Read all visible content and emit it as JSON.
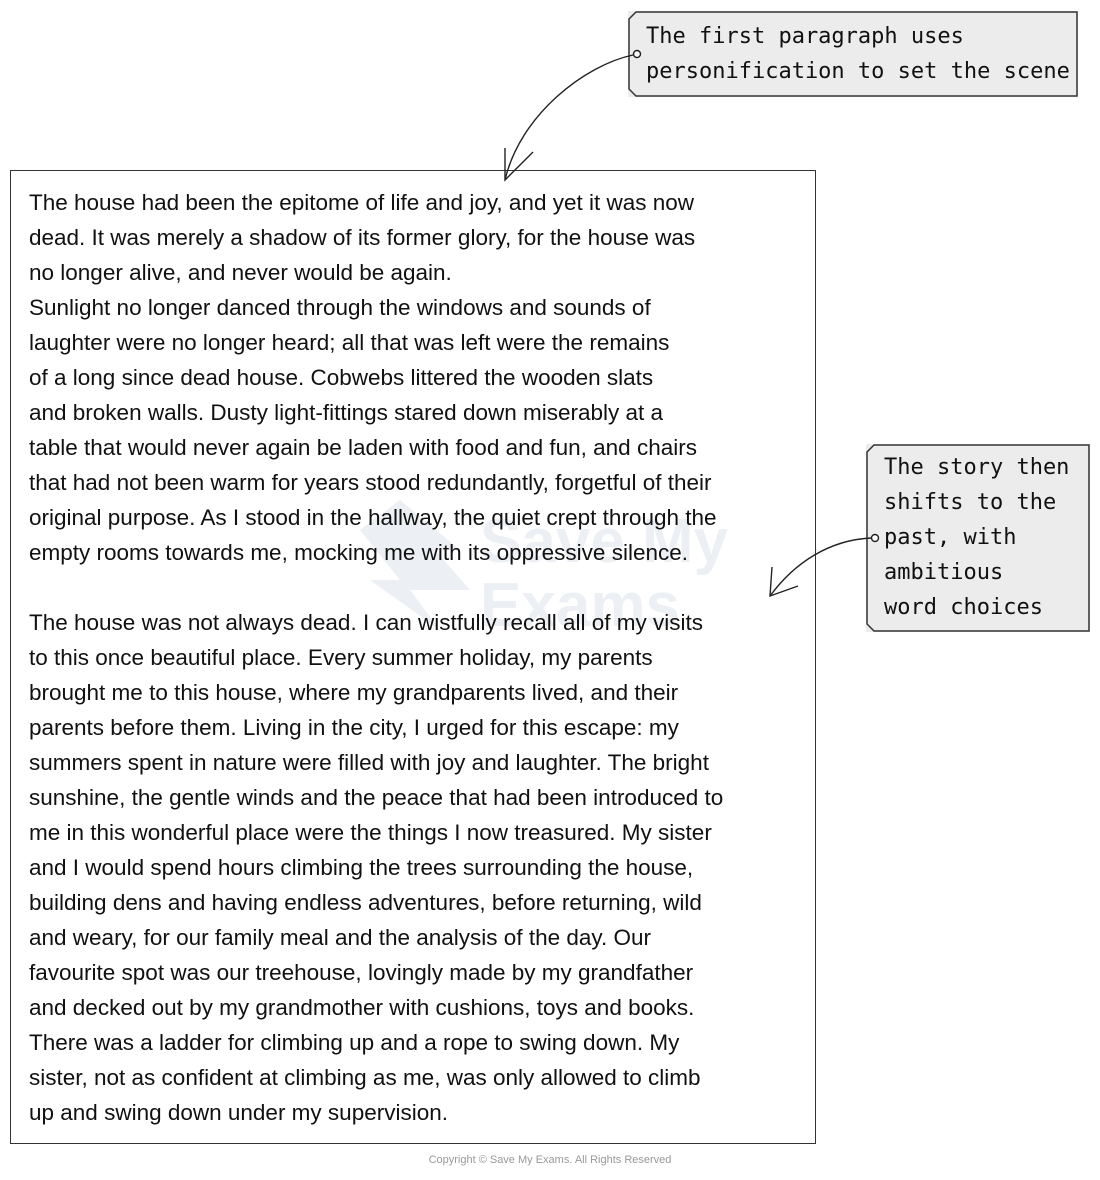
{
  "document": {
    "lines": [
      "The house had been the epitome of life and joy, and yet it was now",
      "dead. It was merely a shadow of its former glory, for the house was",
      "no longer alive, and never would be again.",
      "Sunlight no longer danced through the windows and sounds of",
      "laughter were no longer heard; all that was left were the remains",
      "of a long since dead house. Cobwebs littered the wooden slats",
      "and broken walls. Dusty light-fittings stared down miserably at a",
      "table that would never again be laden with food and fun, and chairs",
      "that had not been warm for years stood redundantly, forgetful of their",
      "original purpose. As I stood in the hallway, the quiet crept through the",
      "empty rooms towards me, mocking me with its oppressive silence.",
      "",
      "The house was not always dead. I can wistfully recall all of my visits",
      "to this once beautiful place. Every summer holiday, my parents",
      "brought me to this house, where my grandparents lived, and their",
      "parents before them. Living in the city, I urged for this escape: my",
      "summers spent in nature were filled with joy and laughter. The bright",
      "sunshine, the gentle winds and the peace that had been introduced to",
      "me in this wonderful place were the things I now treasured. My sister",
      "and I would spend hours climbing the trees surrounding the house,",
      "building dens and having endless adventures, before returning, wild",
      "and weary, for our family meal and the analysis of the day. Our",
      "favourite spot was our treehouse, lovingly made by my grandfather",
      "and decked out by my grandmother with cushions, toys and books.",
      "There was a ladder for climbing up and a rope to swing down. My",
      "sister, not as confident at climbing as me, was only allowed to climb",
      "up and swing down under my supervision."
    ]
  },
  "annotations": {
    "first": {
      "lines": [
        "The first paragraph uses",
        "personification to set the scene"
      ]
    },
    "second": {
      "lines": [
        "The story then",
        "shifts to the",
        "past, with",
        "ambitious",
        "word choices"
      ]
    }
  },
  "watermark": {
    "lines": [
      "Save My",
      "Exams"
    ]
  },
  "footer": {
    "copyright": "Copyright © Save My Exams. All Rights Reserved"
  },
  "colors": {
    "tag_fill": "#ececec",
    "border": "#333333",
    "watermark": "#1a3c6e"
  }
}
